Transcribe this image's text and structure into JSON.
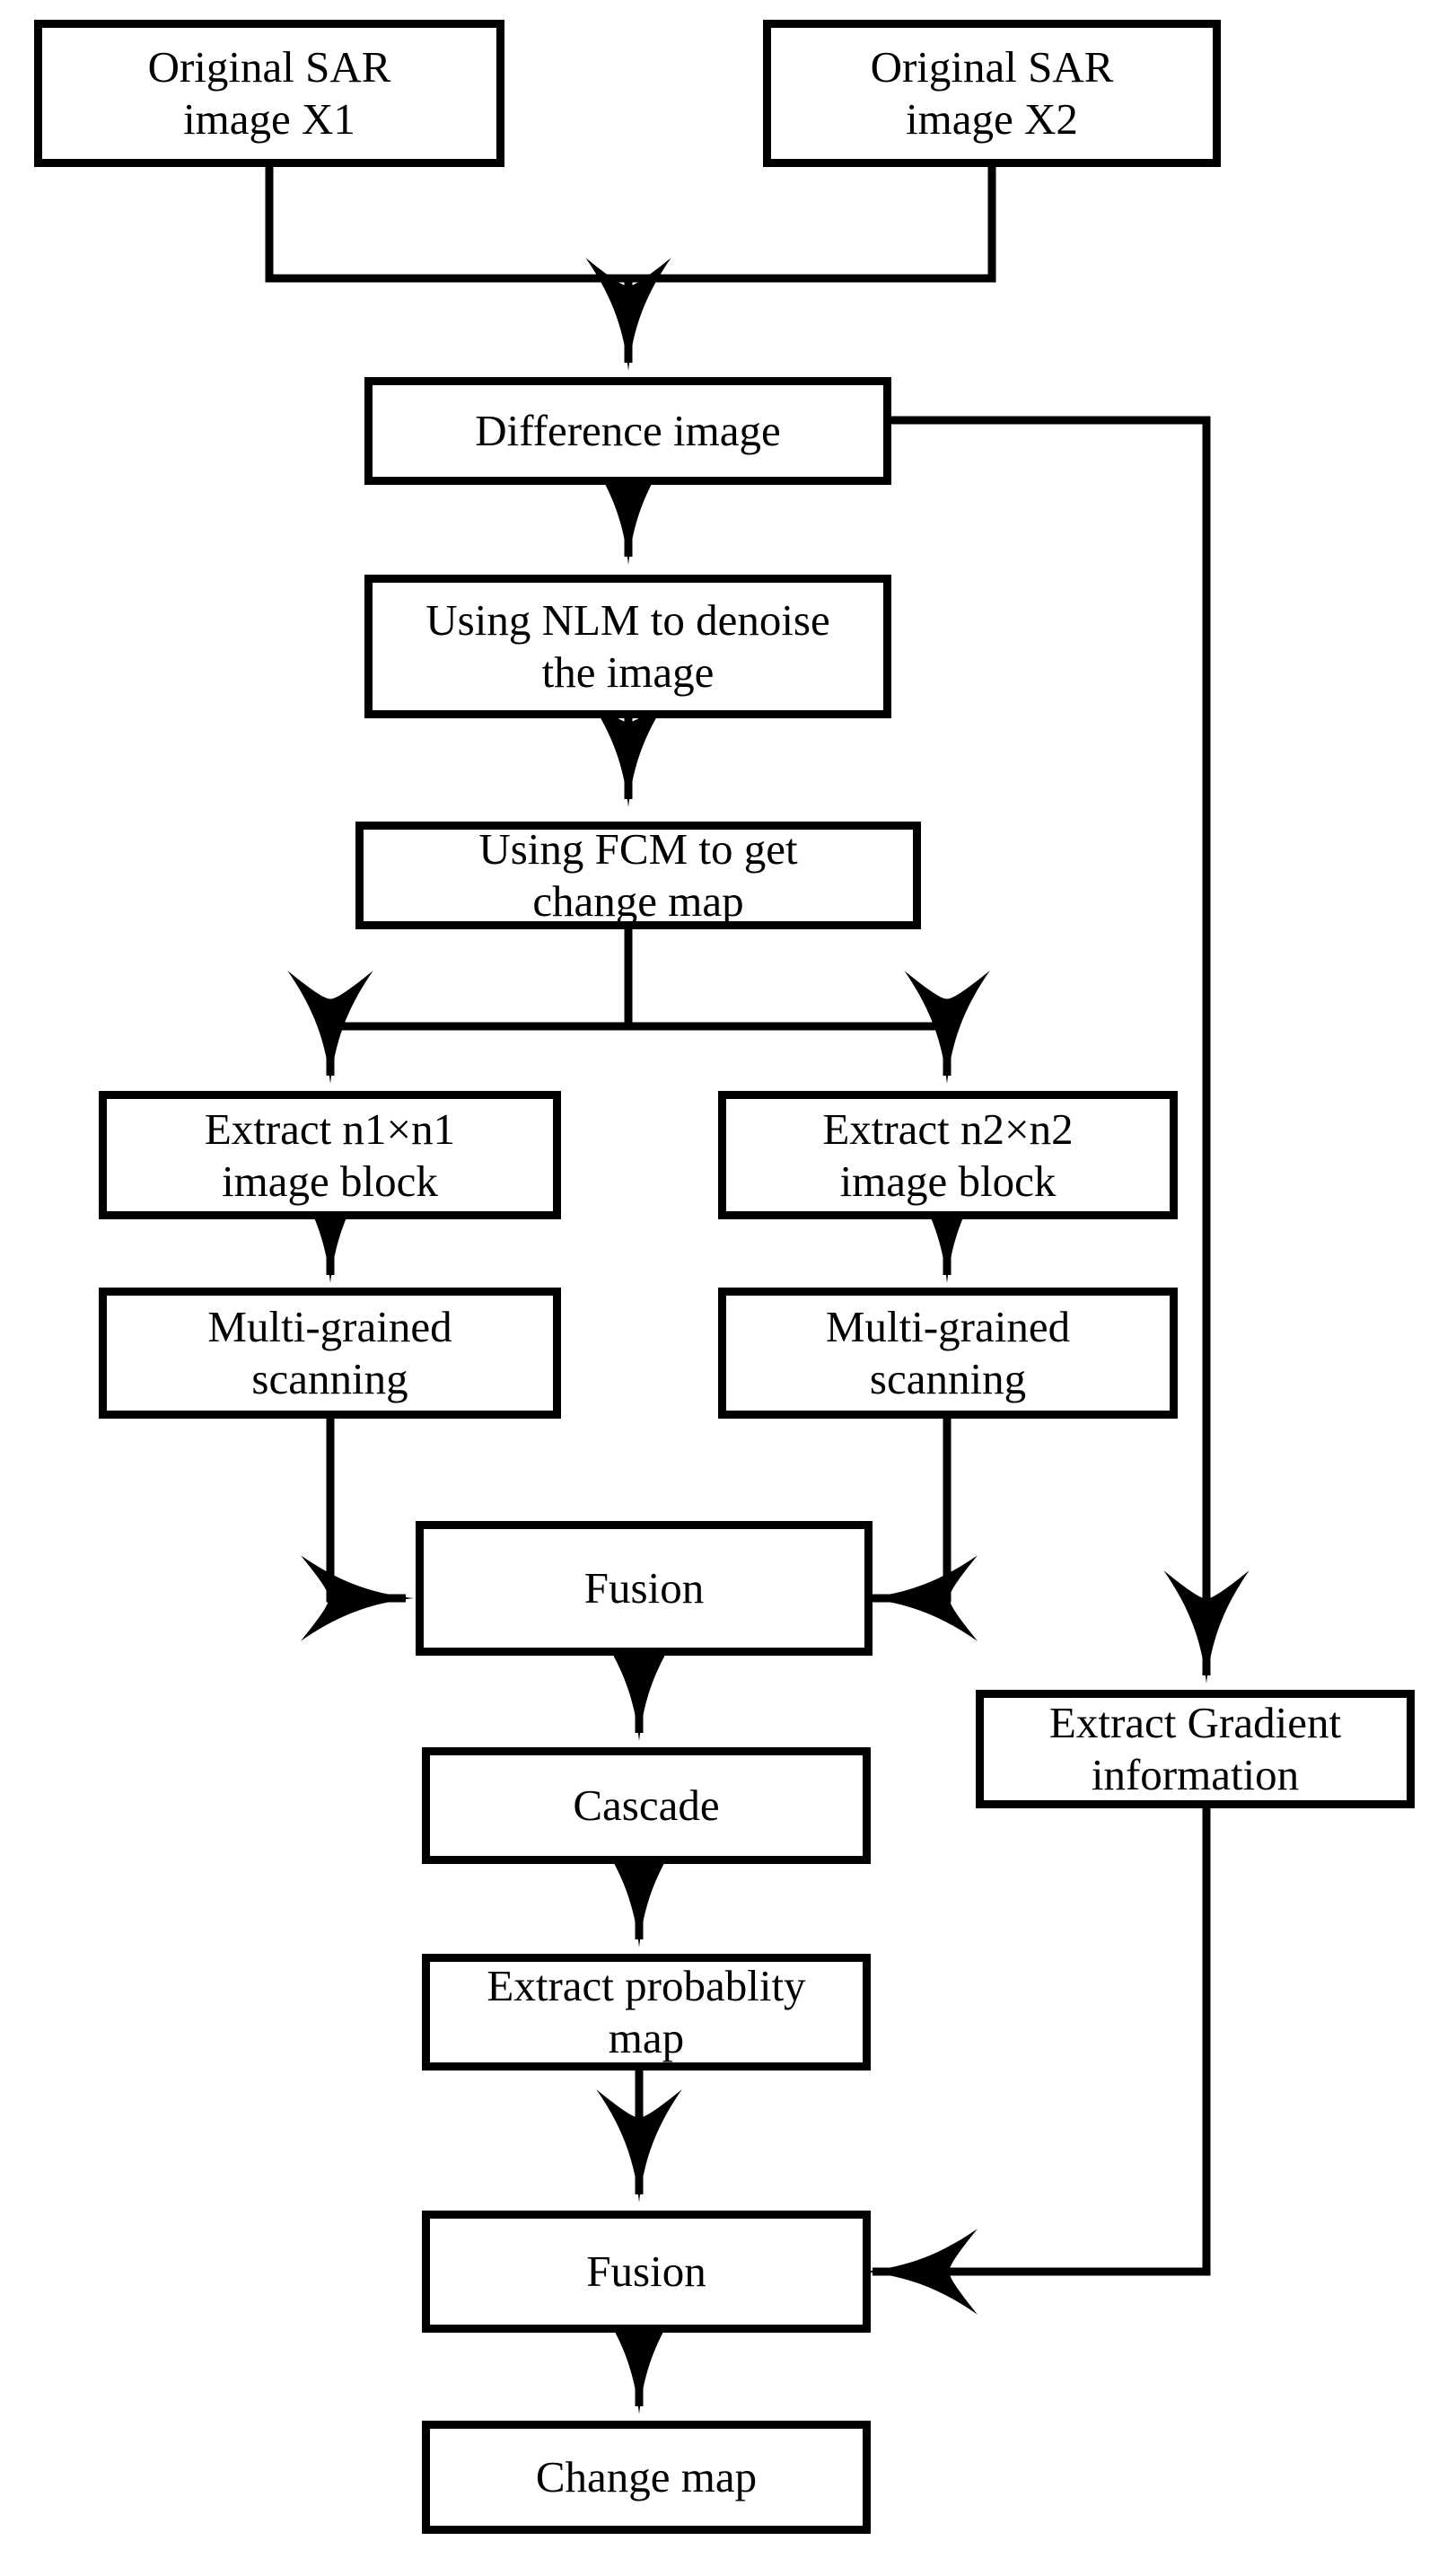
{
  "diagram": {
    "title": "SAR image change detection flowchart",
    "background_color": "#ffffff",
    "stroke_color": "#000000",
    "nodes": [
      {
        "id": "sar_x1",
        "label": "Original SAR\nimage X1"
      },
      {
        "id": "sar_x2",
        "label": "Original SAR\nimage X2"
      },
      {
        "id": "diff_image",
        "label": "Difference image"
      },
      {
        "id": "nlm",
        "label": "Using NLM to denoise\nthe image"
      },
      {
        "id": "fcm",
        "label": "Using FCM to get\nchange map"
      },
      {
        "id": "extract_n1",
        "label": "Extract n1×n1\nimage block"
      },
      {
        "id": "extract_n2",
        "label": "Extract n2×n2\nimage block"
      },
      {
        "id": "scan_left",
        "label": "Multi-grained\nscanning"
      },
      {
        "id": "scan_right",
        "label": "Multi-grained\nscanning"
      },
      {
        "id": "fusion_mid",
        "label": "Fusion"
      },
      {
        "id": "gradient",
        "label": "Extract Gradient\ninformation"
      },
      {
        "id": "cascade",
        "label": "Cascade"
      },
      {
        "id": "prob_map",
        "label": "Extract probablity\nmap"
      },
      {
        "id": "fusion_bottom",
        "label": "Fusion"
      },
      {
        "id": "change_map",
        "label": "Change map"
      }
    ],
    "edges": [
      {
        "id": "e1",
        "from": "sar_x1",
        "to": "diff_image",
        "style": "elbow-merge"
      },
      {
        "id": "e2",
        "from": "sar_x2",
        "to": "diff_image",
        "style": "elbow-merge"
      },
      {
        "id": "e3",
        "from": "diff_image",
        "to": "nlm",
        "style": "straight-down"
      },
      {
        "id": "e4",
        "from": "diff_image",
        "to": "gradient",
        "style": "right-elbow-down"
      },
      {
        "id": "e5",
        "from": "nlm",
        "to": "fcm",
        "style": "straight-down"
      },
      {
        "id": "e6",
        "from": "fcm",
        "to": "extract_n1",
        "style": "elbow-split-left"
      },
      {
        "id": "e7",
        "from": "fcm",
        "to": "extract_n2",
        "style": "elbow-split-right"
      },
      {
        "id": "e8",
        "from": "extract_n1",
        "to": "scan_left",
        "style": "straight-down"
      },
      {
        "id": "e9",
        "from": "extract_n2",
        "to": "scan_right",
        "style": "straight-down"
      },
      {
        "id": "e10",
        "from": "scan_left",
        "to": "fusion_mid",
        "style": "elbow-into-left"
      },
      {
        "id": "e11",
        "from": "scan_right",
        "to": "fusion_mid",
        "style": "elbow-into-right"
      },
      {
        "id": "e12",
        "from": "fusion_mid",
        "to": "cascade",
        "style": "straight-down"
      },
      {
        "id": "e13",
        "from": "cascade",
        "to": "prob_map",
        "style": "straight-down"
      },
      {
        "id": "e14",
        "from": "prob_map",
        "to": "fusion_bottom",
        "style": "straight-down"
      },
      {
        "id": "e15",
        "from": "gradient",
        "to": "fusion_bottom",
        "style": "down-then-left"
      },
      {
        "id": "e16",
        "from": "fusion_bottom",
        "to": "change_map",
        "style": "straight-down"
      }
    ]
  }
}
